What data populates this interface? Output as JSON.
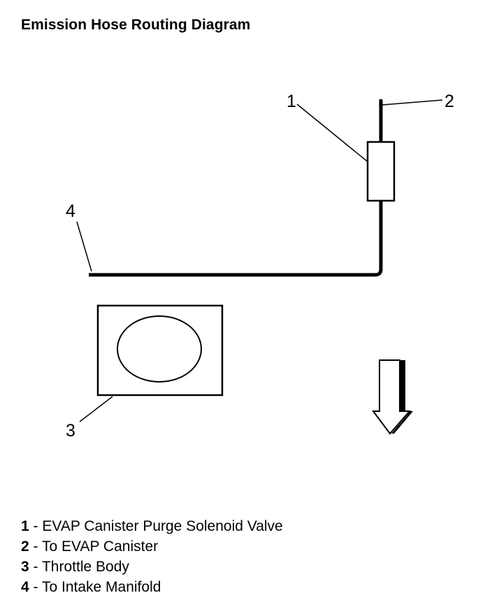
{
  "title": "Emission Hose Routing Diagram",
  "callouts": [
    {
      "number": "1",
      "description": "EVAP Canister Purge Solenoid Valve"
    },
    {
      "number": "2",
      "description": "To EVAP Canister"
    },
    {
      "number": "3",
      "description": "Throttle Body"
    },
    {
      "number": "4",
      "description": "To Intake Manifold"
    }
  ],
  "legend_separator": " - "
}
